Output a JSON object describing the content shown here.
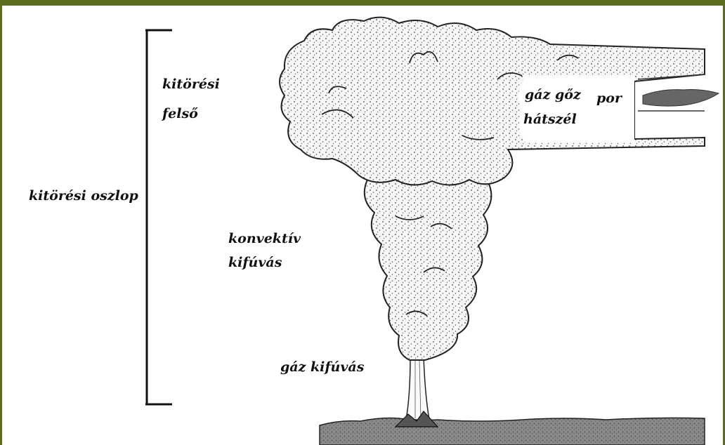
{
  "labels": {
    "eruption_column": "kitörési oszlop",
    "eruption_top_line1": "kitörési",
    "eruption_top_line2": "felső",
    "convective_line1": "konvektív",
    "convective_line2": "kifúvás",
    "gas_thrust": "gáz kifúvás",
    "gas_steam": "gáz gőz",
    "dust": "por",
    "downwind": "hátszél"
  },
  "colors": {
    "frame": "#5c6b1f",
    "cloud_fill": "#f6f6f6",
    "ground_fill": "#7d7d7d",
    "ink": "#111111"
  }
}
